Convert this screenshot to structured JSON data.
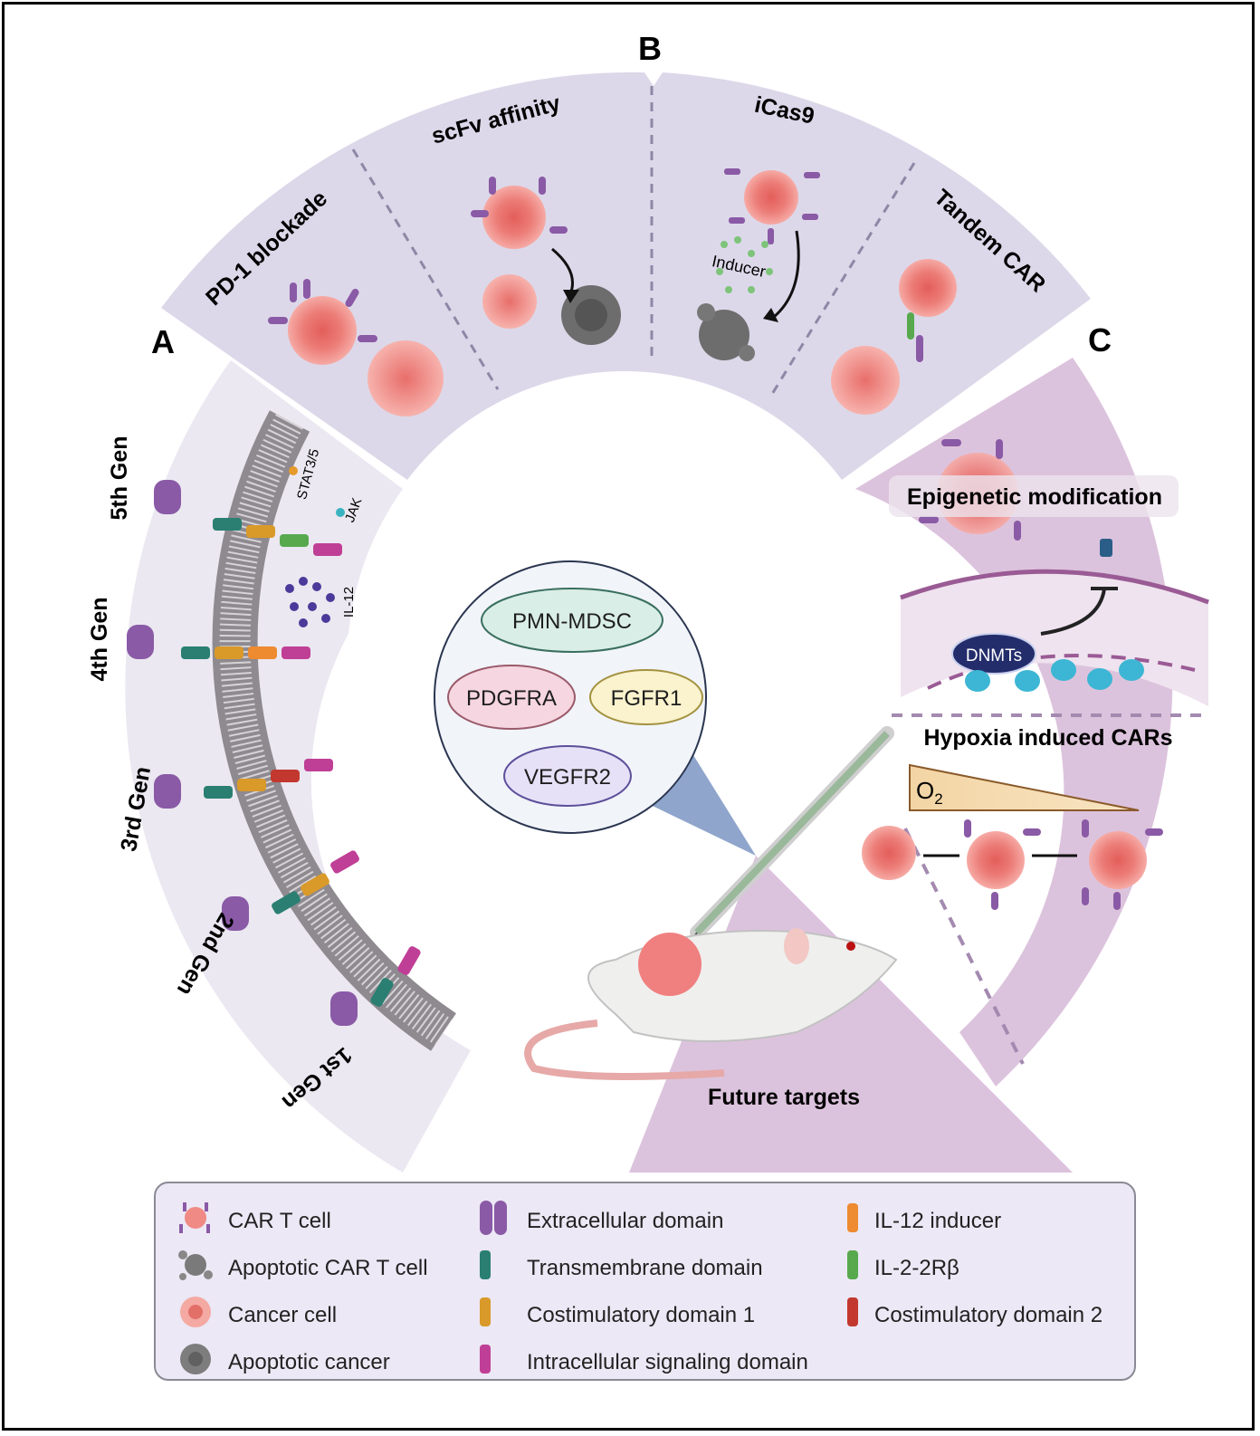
{
  "panels": {
    "A": {
      "letter": "A",
      "generations": [
        "5th Gen",
        "4th Gen",
        "3rd Gen",
        "2nd Gen",
        "1st Gen"
      ],
      "labels": {
        "stat": "STAT3/5",
        "jak": "JAK",
        "il12": "IL-12"
      }
    },
    "B": {
      "letter": "B",
      "sections": [
        "PD-1 blockade",
        "scFv affinity",
        "iCas9",
        "Tandem CAR"
      ],
      "inducer_label": "Inducer"
    },
    "C": {
      "letter": "C",
      "epigenetic_title": "Epigenetic modification",
      "dnmts_label": "DNMTs",
      "hypoxia_title": "Hypoxia induced CARs",
      "o2_label": "O",
      "o2_sub": "2"
    }
  },
  "center": {
    "targets": [
      "PMN-MDSC",
      "PDGFRA",
      "FGFR1",
      "VEGFR2"
    ],
    "future_label": "Future targets"
  },
  "colors": {
    "panel_a_bg": "#ebe8f1",
    "panel_b_bg": "#dcd8e9",
    "panel_c_bg": "#dcc3dd",
    "car_t_cell": "#ef8a84",
    "extracellular": "#8a5aa6",
    "transmembrane": "#2a7f72",
    "costim1": "#d99a2a",
    "signaling": "#c03f96",
    "il12_inducer": "#ee8a30",
    "il2": "#58a94e",
    "costim2": "#c2382f"
  },
  "legend": {
    "items": [
      {
        "label": "CAR T cell",
        "icon": "car-t-cell"
      },
      {
        "label": "Apoptotic CAR T cell",
        "icon": "apoptotic-car-t-cell"
      },
      {
        "label": "Cancer cell",
        "icon": "cancer-cell"
      },
      {
        "label": "Apoptotic cancer",
        "icon": "apoptotic-cancer"
      },
      {
        "label": "Extracellular domain",
        "icon": "extracellular-domain"
      },
      {
        "label": "Transmembrane domain",
        "icon": "transmembrane-domain"
      },
      {
        "label": "Costimulatory domain 1",
        "icon": "costimulatory-domain-1"
      },
      {
        "label": "Intracellular signaling domain",
        "icon": "intracellular-signaling-domain"
      },
      {
        "label": "IL-12 inducer",
        "icon": "il12-inducer"
      },
      {
        "label": "IL-2-2Rβ",
        "icon": "il2-2rb"
      },
      {
        "label": "Costimulatory domain 2",
        "icon": "costimulatory-domain-2"
      }
    ]
  }
}
